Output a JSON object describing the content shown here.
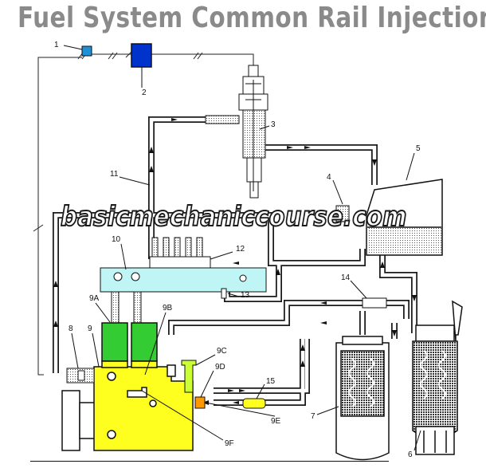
{
  "title": "Fuel System Common Rail Injection",
  "watermark": "basicmechaniccourse.com",
  "labels": {
    "l1": "1",
    "l2": "2",
    "l3": "3",
    "l4": "4",
    "l5": "5",
    "l6": "6",
    "l7": "7",
    "l8": "8",
    "l9": "9",
    "l9a": "9A",
    "l9b": "9B",
    "l9c": "9C",
    "l9d": "9D",
    "l9e": "9E",
    "l9f": "9F",
    "l10": "10",
    "l11": "11",
    "l12": "12",
    "l13": "13",
    "l14": "14",
    "l15": "15"
  },
  "colors": {
    "pump": "#ffff1f",
    "rail": "#bff5f5",
    "solenoid": "#33cc33",
    "ecm": "#0033cc",
    "sensor": "#1e90d8",
    "pressure_valve": "#ff9900",
    "fuel_line": "#ffffff"
  }
}
